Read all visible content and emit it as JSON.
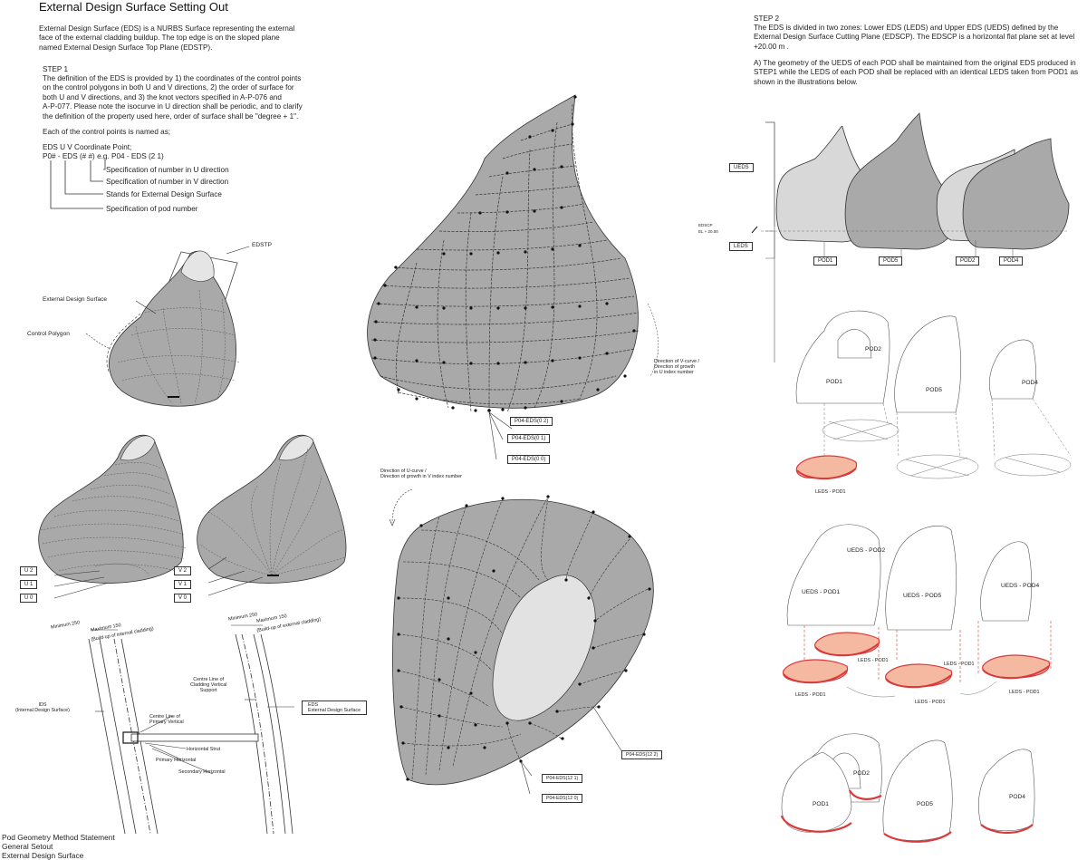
{
  "header": {
    "title": "External Design Surface Setting Out",
    "intro": "External Design Surface (EDS) is a NURBS Surface representing the external\nface of the external cladding buildup. The top edge is on the sloped plane\nnamed External Design Surface Top Plane (EDSTP)."
  },
  "step1": {
    "heading": "STEP 1",
    "body": "The definition of the EDS is provided by 1) the coordinates of the control points\non the  control polygons in both U and V directions, 2) the order of surface for\nboth U and V directions, and 3) the knot vectors specified in A-P-076 and\nA-P-077. Please note the isocurve in U direction shall be periodic, and to clarify\nthe definition of the property used here, order of surface shall be \"degree + 1\".",
    "naming_note": "Each of the control points is named as;",
    "coord_title": "EDS U V Coordinate Point;",
    "coord_format": "P0# - EDS (# #)  e.g. P04 - EDS (2 1)",
    "legend": [
      "Specification of number in U direction",
      "Specification of number in V direction",
      "Stands for External Design Surface",
      "Specification of pod number"
    ]
  },
  "fig_top_left": {
    "edstp": "EDSTP",
    "eds_label": "External Design Surface",
    "control_polygon": "Control Polygon"
  },
  "fig_mid_left": {
    "u_labels": [
      "U 2",
      "U 1",
      "U 0"
    ],
    "v_labels": [
      "V 2",
      "V 1",
      "V 0"
    ]
  },
  "fig_section": {
    "min250_a": "Minimum 250",
    "max150_a": "Maximum 150",
    "buildup_int": "(Build-up of internal cladding)",
    "min250_b": "Minimum 250",
    "max150_b": "Maximum 150",
    "buildup_ext": "(Build-up of external cladding)",
    "ids": "IDS\n(Internal Design Surface)",
    "centre_cladding": "Centre Line of\nCladding Vertical\nSupport",
    "eds_box": "EDS\nExternal Design Surface",
    "centre_primary": "Centre Line of\nPrimary Vertical",
    "horizontal_strut": "Horizontal Strut",
    "primary_horizontal": "Primary Horizontal",
    "secondary_horizontal": "Secondary Horizontal"
  },
  "fig_center_top": {
    "v_direction": "Direction of V-curve /\nDirection of growth\nin U index number",
    "points": [
      "P04-EDS(0 2)",
      "P04-EDS(0 1)",
      "P04-EDS(0 0)"
    ]
  },
  "fig_center_bottom": {
    "u_direction": "Direction of U-curve /\nDirection of growth in V index number",
    "points": [
      "P04-EDS(12 2)",
      "P04-EDS(12 1)",
      "P04-EDS(12 0)"
    ]
  },
  "step2": {
    "heading": "STEP 2",
    "body": "The EDS is divided in two zones: Lower EDS (LEDS) and Upper EDS (UEDS) defined by the\nExternal Design Surface Cutting Plane (EDSCP). The EDSCP is a horizontal flat plane set at level\n+20.00 m .",
    "body2": "A) The geometry of the UEDS of each POD shall be maintained from the original EDS produced in\nSTEP1 while the LEDS of each POD shall be replaced with an identical LEDS taken from POD1 as\nshown in the illustrations below."
  },
  "fig_elevation": {
    "ueds": "UEDS",
    "leds": "LEDS",
    "edscp": "EDSCP",
    "edscp_el": "EL + 20.00",
    "pods": [
      "POD1",
      "POD5",
      "POD2",
      "POD4"
    ]
  },
  "fig_axo1": {
    "pods": [
      "POD2",
      "POD1",
      "POD5",
      "POD4"
    ],
    "leds_label": "LEDS - POD1"
  },
  "fig_axo2": {
    "pods": [
      "UEDS - POD2",
      "UEDS - POD1",
      "UEDS - POD5",
      "UEDS - POD4"
    ],
    "leds_labels": [
      "LEDS - POD1",
      "LEDS - POD1",
      "LEDS - POD1",
      "LEDS - POD1",
      "LEDS - POD1"
    ]
  },
  "fig_axo3": {
    "pods": [
      "POD2",
      "POD1",
      "POD5",
      "POD4"
    ]
  },
  "footer": {
    "line1": "Pod Geometry Method Statement",
    "line2": "General Setout",
    "line3": "External Design Surface"
  },
  "colors": {
    "surface": "#a9a9a9",
    "surface_light": "#d8d8d8",
    "leds_fill": "#f4b9a0",
    "leds_edge": "#d83a3a",
    "line": "#222222"
  }
}
